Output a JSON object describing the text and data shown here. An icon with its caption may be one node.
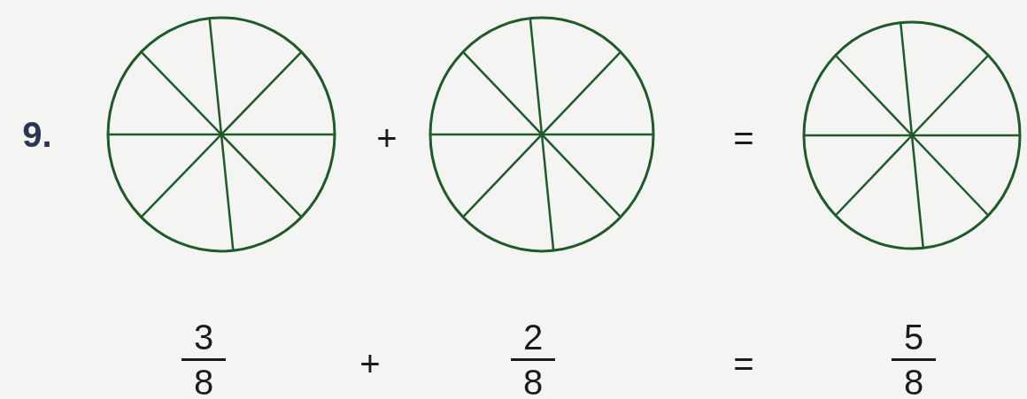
{
  "diagram": {
    "nodes": [
      {
        "text": [],
        "shape": "circle"
      },
      {
        "text": [],
        "shape": "circle"
      },
      {
        "text": [],
        "shape": "circle"
      }
    ],
    "labels": [
      "9.",
      "+",
      "=",
      "3",
      "8",
      "+",
      "2",
      "8",
      "=",
      "5",
      "8"
    ]
  }
}
